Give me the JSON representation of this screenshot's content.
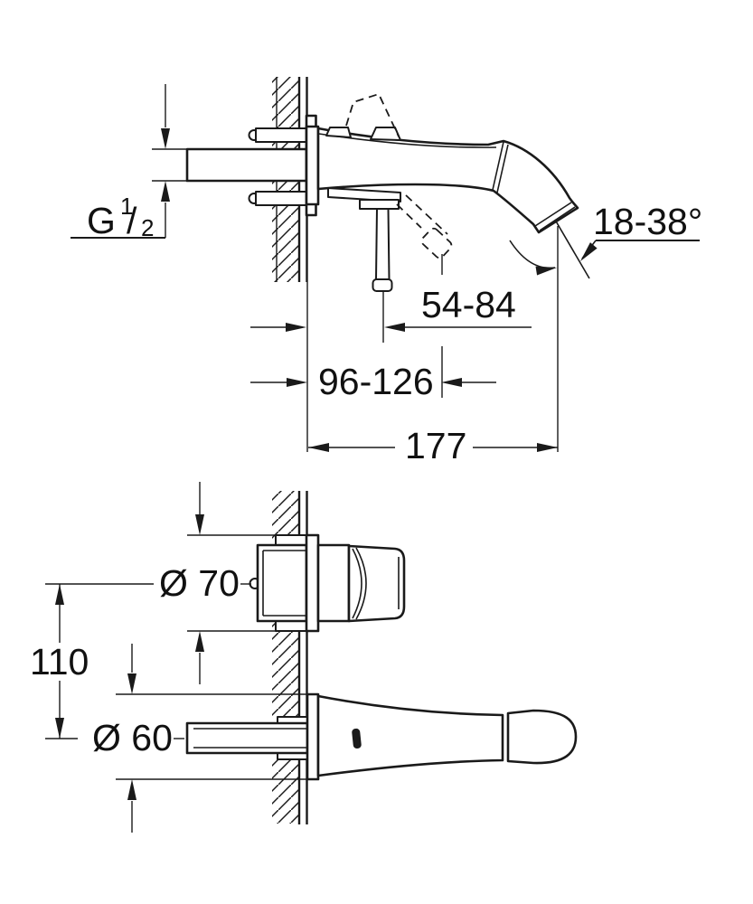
{
  "page": {
    "background": "#ffffff",
    "line_color": "#1a1a1a",
    "description": "Technical installation dimension drawing of a wall-mounted two-hole basin faucet, side view above and front view below"
  },
  "labels": {
    "thread_size": {
      "letter": "G",
      "numerator": "1",
      "slash": "/",
      "denominator": "2"
    },
    "spout_angle_range": "18-38°",
    "wall_to_lever": "54-84",
    "wall_to_lever_tip": "96-126",
    "spout_projection": "177",
    "escutcheon_diameter_handle": "Ø 70",
    "vertical_center_distance": "110",
    "escutcheon_diameter_spout": "Ø 60"
  }
}
